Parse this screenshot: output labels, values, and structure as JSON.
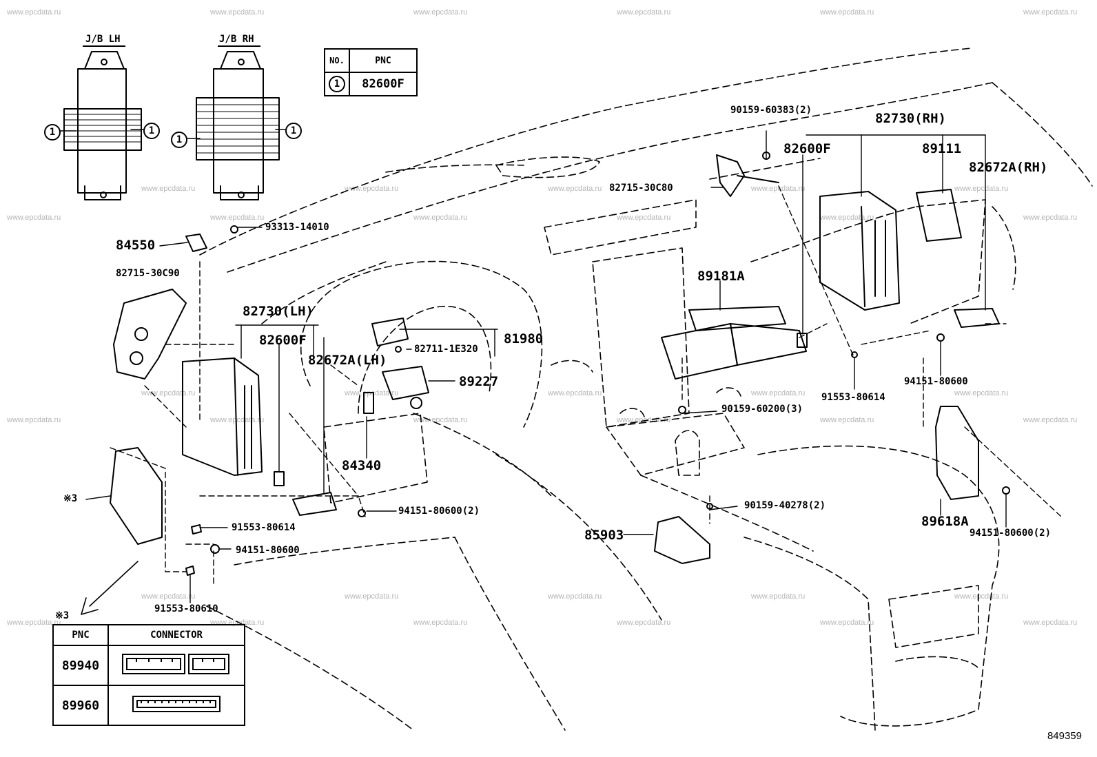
{
  "watermark": "www.epcdata.ru",
  "figure_number": "849359",
  "jb_titles": {
    "left": "J/B LH",
    "right": "J/B RH"
  },
  "callout_symbol": "1",
  "legend_table": {
    "col_no": "NO.",
    "col_pnc": "PNC",
    "row_no": "1",
    "row_pnc": "82600F"
  },
  "connector_table": {
    "note_mark": "※3",
    "col_pnc": "PNC",
    "col_connector": "CONNECTOR",
    "rows": [
      {
        "pnc": "89940"
      },
      {
        "pnc": "89960"
      }
    ]
  },
  "part_labels": {
    "p93313": "93313-14010",
    "p84550": "84550",
    "p82715_c90": "82715-30C90",
    "p82730_lh": "82730(LH)",
    "p82600f_lh": "82600F",
    "p82672a_lh": "82672A(LH)",
    "p81980": "81980",
    "p82711": "82711-1E320",
    "p89227": "89227",
    "p84340": "84340",
    "p94151_2_left": "94151-80600(2)",
    "p91553_614_left": "91553-80614",
    "p94151_left": "94151-80600",
    "p91553_610": "91553-80610",
    "note3_side": "※3",
    "p90159_383": "90159-60383(2)",
    "p82715_c80": "82715-30C80",
    "p82730_rh": "82730(RH)",
    "p82600f_rh": "82600F",
    "p89111": "89111",
    "p82672a_rh": "82672A(RH)",
    "p89181a": "89181A",
    "p91553_614_right": "91553-80614",
    "p94151_right": "94151-80600",
    "p90159_200": "90159-60200(3)",
    "p90159_278": "90159-40278(2)",
    "p85903": "85903",
    "p89618a": "89618A",
    "p94151_2_right": "94151-80600(2)"
  }
}
